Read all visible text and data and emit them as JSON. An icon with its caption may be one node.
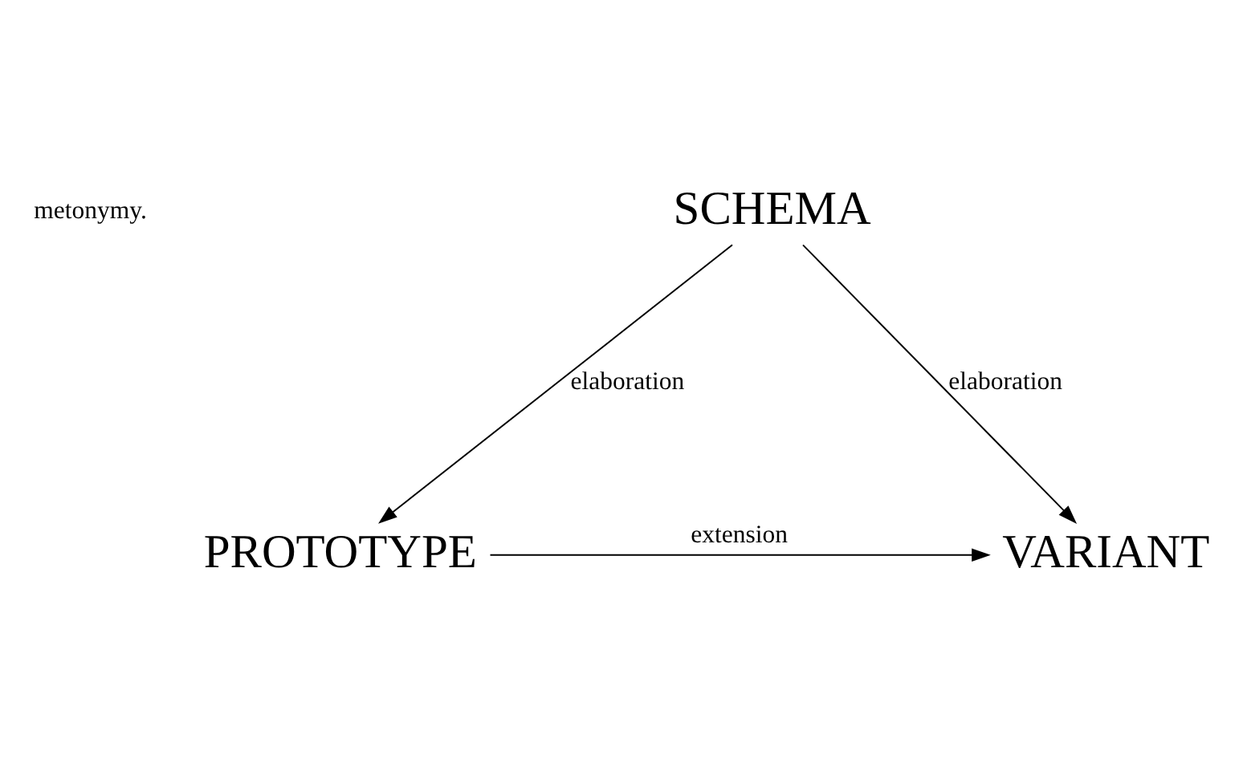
{
  "diagram": {
    "nodes": [
      {
        "text": [
          "SCHEMA"
        ]
      },
      {
        "text": [
          "PROTOTYPE"
        ]
      },
      {
        "text": [
          "VARIANT"
        ]
      }
    ],
    "edges": [
      {
        "from": 0,
        "to": 1,
        "arrow": "to",
        "label": "elaboration"
      },
      {
        "from": 0,
        "to": 2,
        "arrow": "to",
        "label": "elaboration"
      },
      {
        "from": 1,
        "to": 2,
        "arrow": "to",
        "label": "extension"
      }
    ],
    "labels": [
      "metonymy."
    ]
  }
}
